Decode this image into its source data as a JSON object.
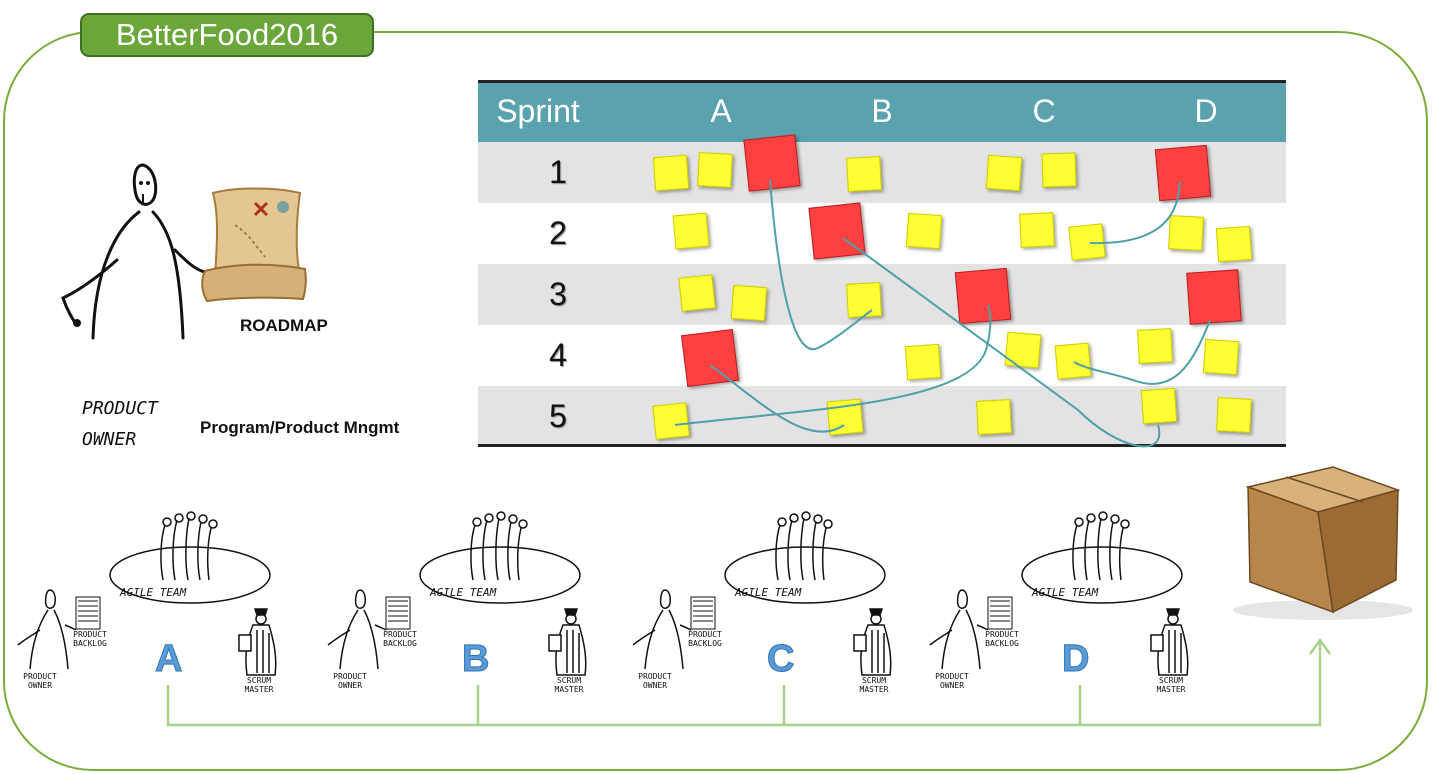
{
  "title": "BetterFood2016",
  "left_panel": {
    "roadmap_label": "ROADMAP",
    "owner_caption_line1": "PRODUCT",
    "owner_caption_line2": "OWNER",
    "mgmt_label": "Program/Product Mngmt"
  },
  "board": {
    "header_label": "Sprint",
    "columns": [
      "A",
      "B",
      "C",
      "D"
    ],
    "rows": [
      "1",
      "2",
      "3",
      "4",
      "5"
    ],
    "colors": {
      "header": "#5aa2ad",
      "shade": "#e3e3e3",
      "yellow_note": "#ffff33",
      "red_note": "#ff4040",
      "link": "#4fa0a8"
    }
  },
  "teams": [
    {
      "letter": "A",
      "team_label": "AGILE TEAM",
      "owner": "PRODUCT OWNER",
      "backlog": "PRODUCT BACKLOG",
      "master": "SCRUM MASTER"
    },
    {
      "letter": "B",
      "team_label": "AGILE TEAM",
      "owner": "PRODUCT OWNER",
      "backlog": "PRODUCT BACKLOG",
      "master": "SCRUM MASTER"
    },
    {
      "letter": "C",
      "team_label": "AGILE TEAM",
      "owner": "PRODUCT OWNER",
      "backlog": "PRODUCT BACKLOG",
      "master": "SCRUM MASTER"
    },
    {
      "letter": "D",
      "team_label": "AGILE TEAM",
      "owner": "PRODUCT OWNER",
      "backlog": "PRODUCT BACKLOG",
      "master": "SCRUM MASTER"
    }
  ],
  "icons": [
    "product-owner-figure-icon",
    "roadmap-scroll-icon",
    "agile-team-icon",
    "scrum-master-icon",
    "product-backlog-icon",
    "shipping-box-icon",
    "up-arrow-icon"
  ]
}
